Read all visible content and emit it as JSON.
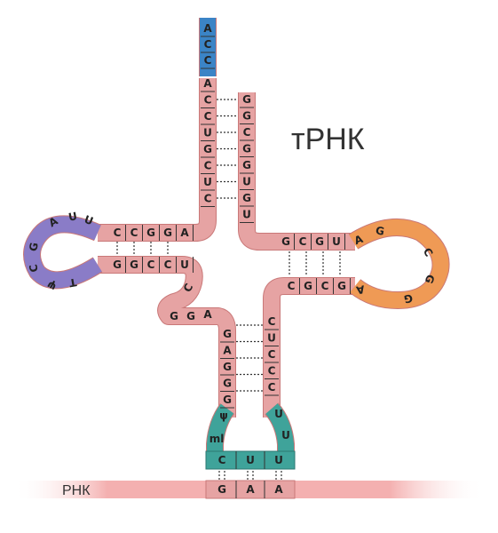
{
  "title": "тРНК",
  "rna_label": "РНК",
  "colors": {
    "acceptor_tip": "#3b84c6",
    "stem": "#e6a3a3",
    "stem_dark": "#c97878",
    "d_loop": "#8a7cc7",
    "t_loop": "#ef9a55",
    "anticodon": "#3fa39a",
    "mrna_band": "#f2aaaa"
  },
  "acceptor_tip": [
    "A",
    "C",
    "C"
  ],
  "acceptor_5prime": [
    "A",
    "C",
    "C",
    "U",
    "G",
    "C",
    "U",
    "C"
  ],
  "acceptor_3prime": [
    "G",
    "G",
    "C",
    "G",
    "G",
    "U",
    "G",
    "U"
  ],
  "d_arm_top": [
    "C",
    "C",
    "G",
    "G",
    "A"
  ],
  "d_arm_bottom": [
    "G",
    "G",
    "C",
    "C",
    "U"
  ],
  "d_loop": [
    "A",
    "U",
    "U",
    "G",
    "C",
    "ψ",
    "T"
  ],
  "t_arm_top": [
    "G",
    "C",
    "G",
    "U"
  ],
  "t_arm_bottom": [
    "C",
    "G",
    "C",
    "G"
  ],
  "t_loop": [
    "A",
    "G",
    "C",
    "G",
    "G",
    "A"
  ],
  "variable_loop": [
    "C",
    "G",
    "G",
    "A"
  ],
  "anticodon_stem_left": [
    "G",
    "A",
    "G",
    "G",
    "G"
  ],
  "anticodon_stem_right": [
    "C",
    "U",
    "C",
    "C",
    "C"
  ],
  "anticodon_loop_extra": [
    "ψ",
    "ml",
    "U",
    "U"
  ],
  "anticodon": [
    "C",
    "U",
    "U"
  ],
  "codon": [
    "G",
    "A",
    "A"
  ]
}
